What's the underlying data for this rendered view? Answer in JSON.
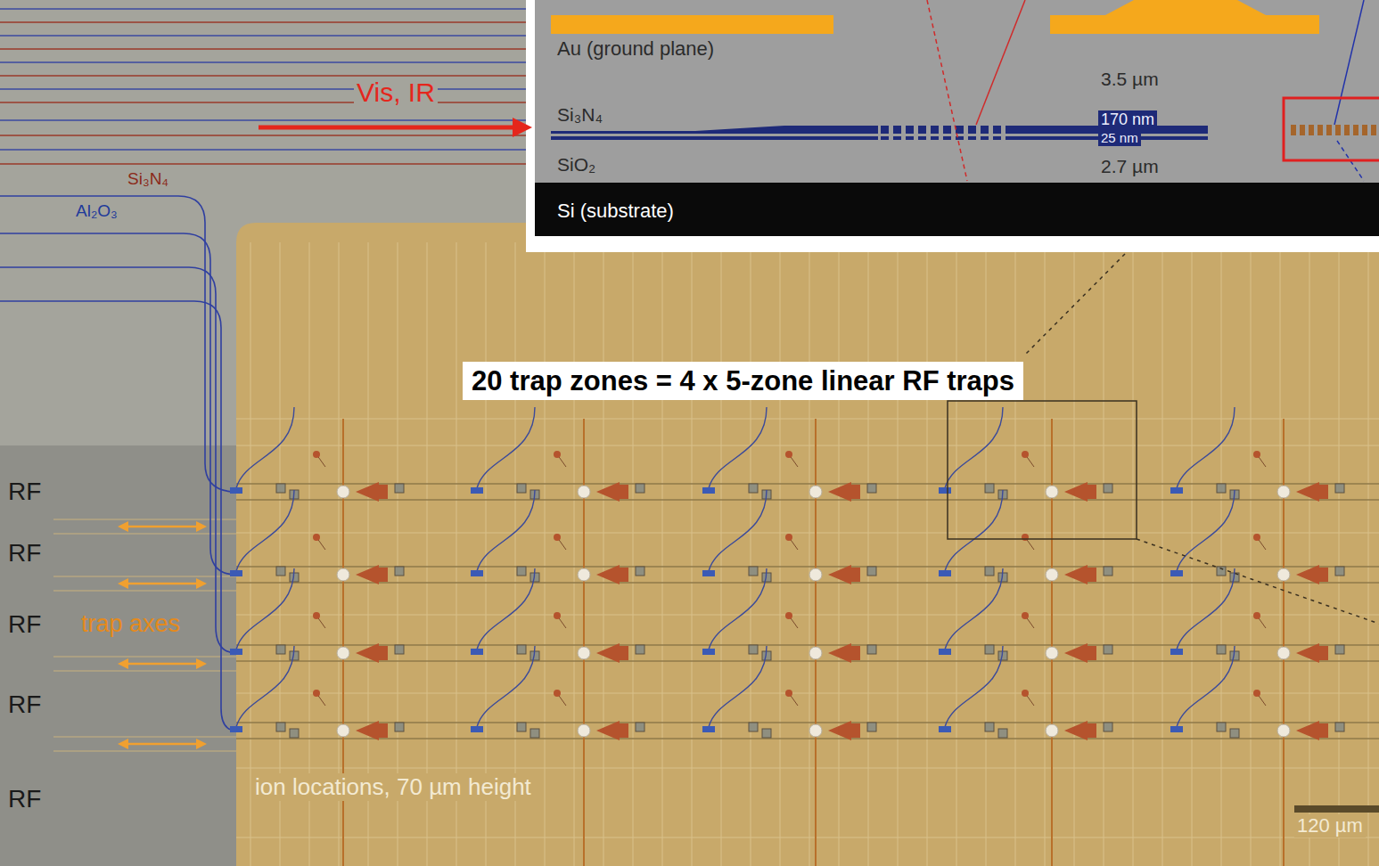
{
  "diagram": {
    "nodes": [
      {
        "text": [
          "20 trap zones = 4 x 5-zone linear RF traps"
        ]
      }
    ],
    "labels": [
      "Vis, IR",
      "Au (ground plane)",
      "3.5 µm",
      "170 nm",
      "25 nm",
      "2.7 µm",
      "Si₃N₄",
      "SiO₂",
      "Si (substrate)",
      "Si₃N₄",
      "Al₂O₃",
      "RF",
      "RF",
      "RF",
      "RF",
      "RF",
      "trap axes",
      "ion locations, 70 µm height",
      "120 µm"
    ]
  }
}
